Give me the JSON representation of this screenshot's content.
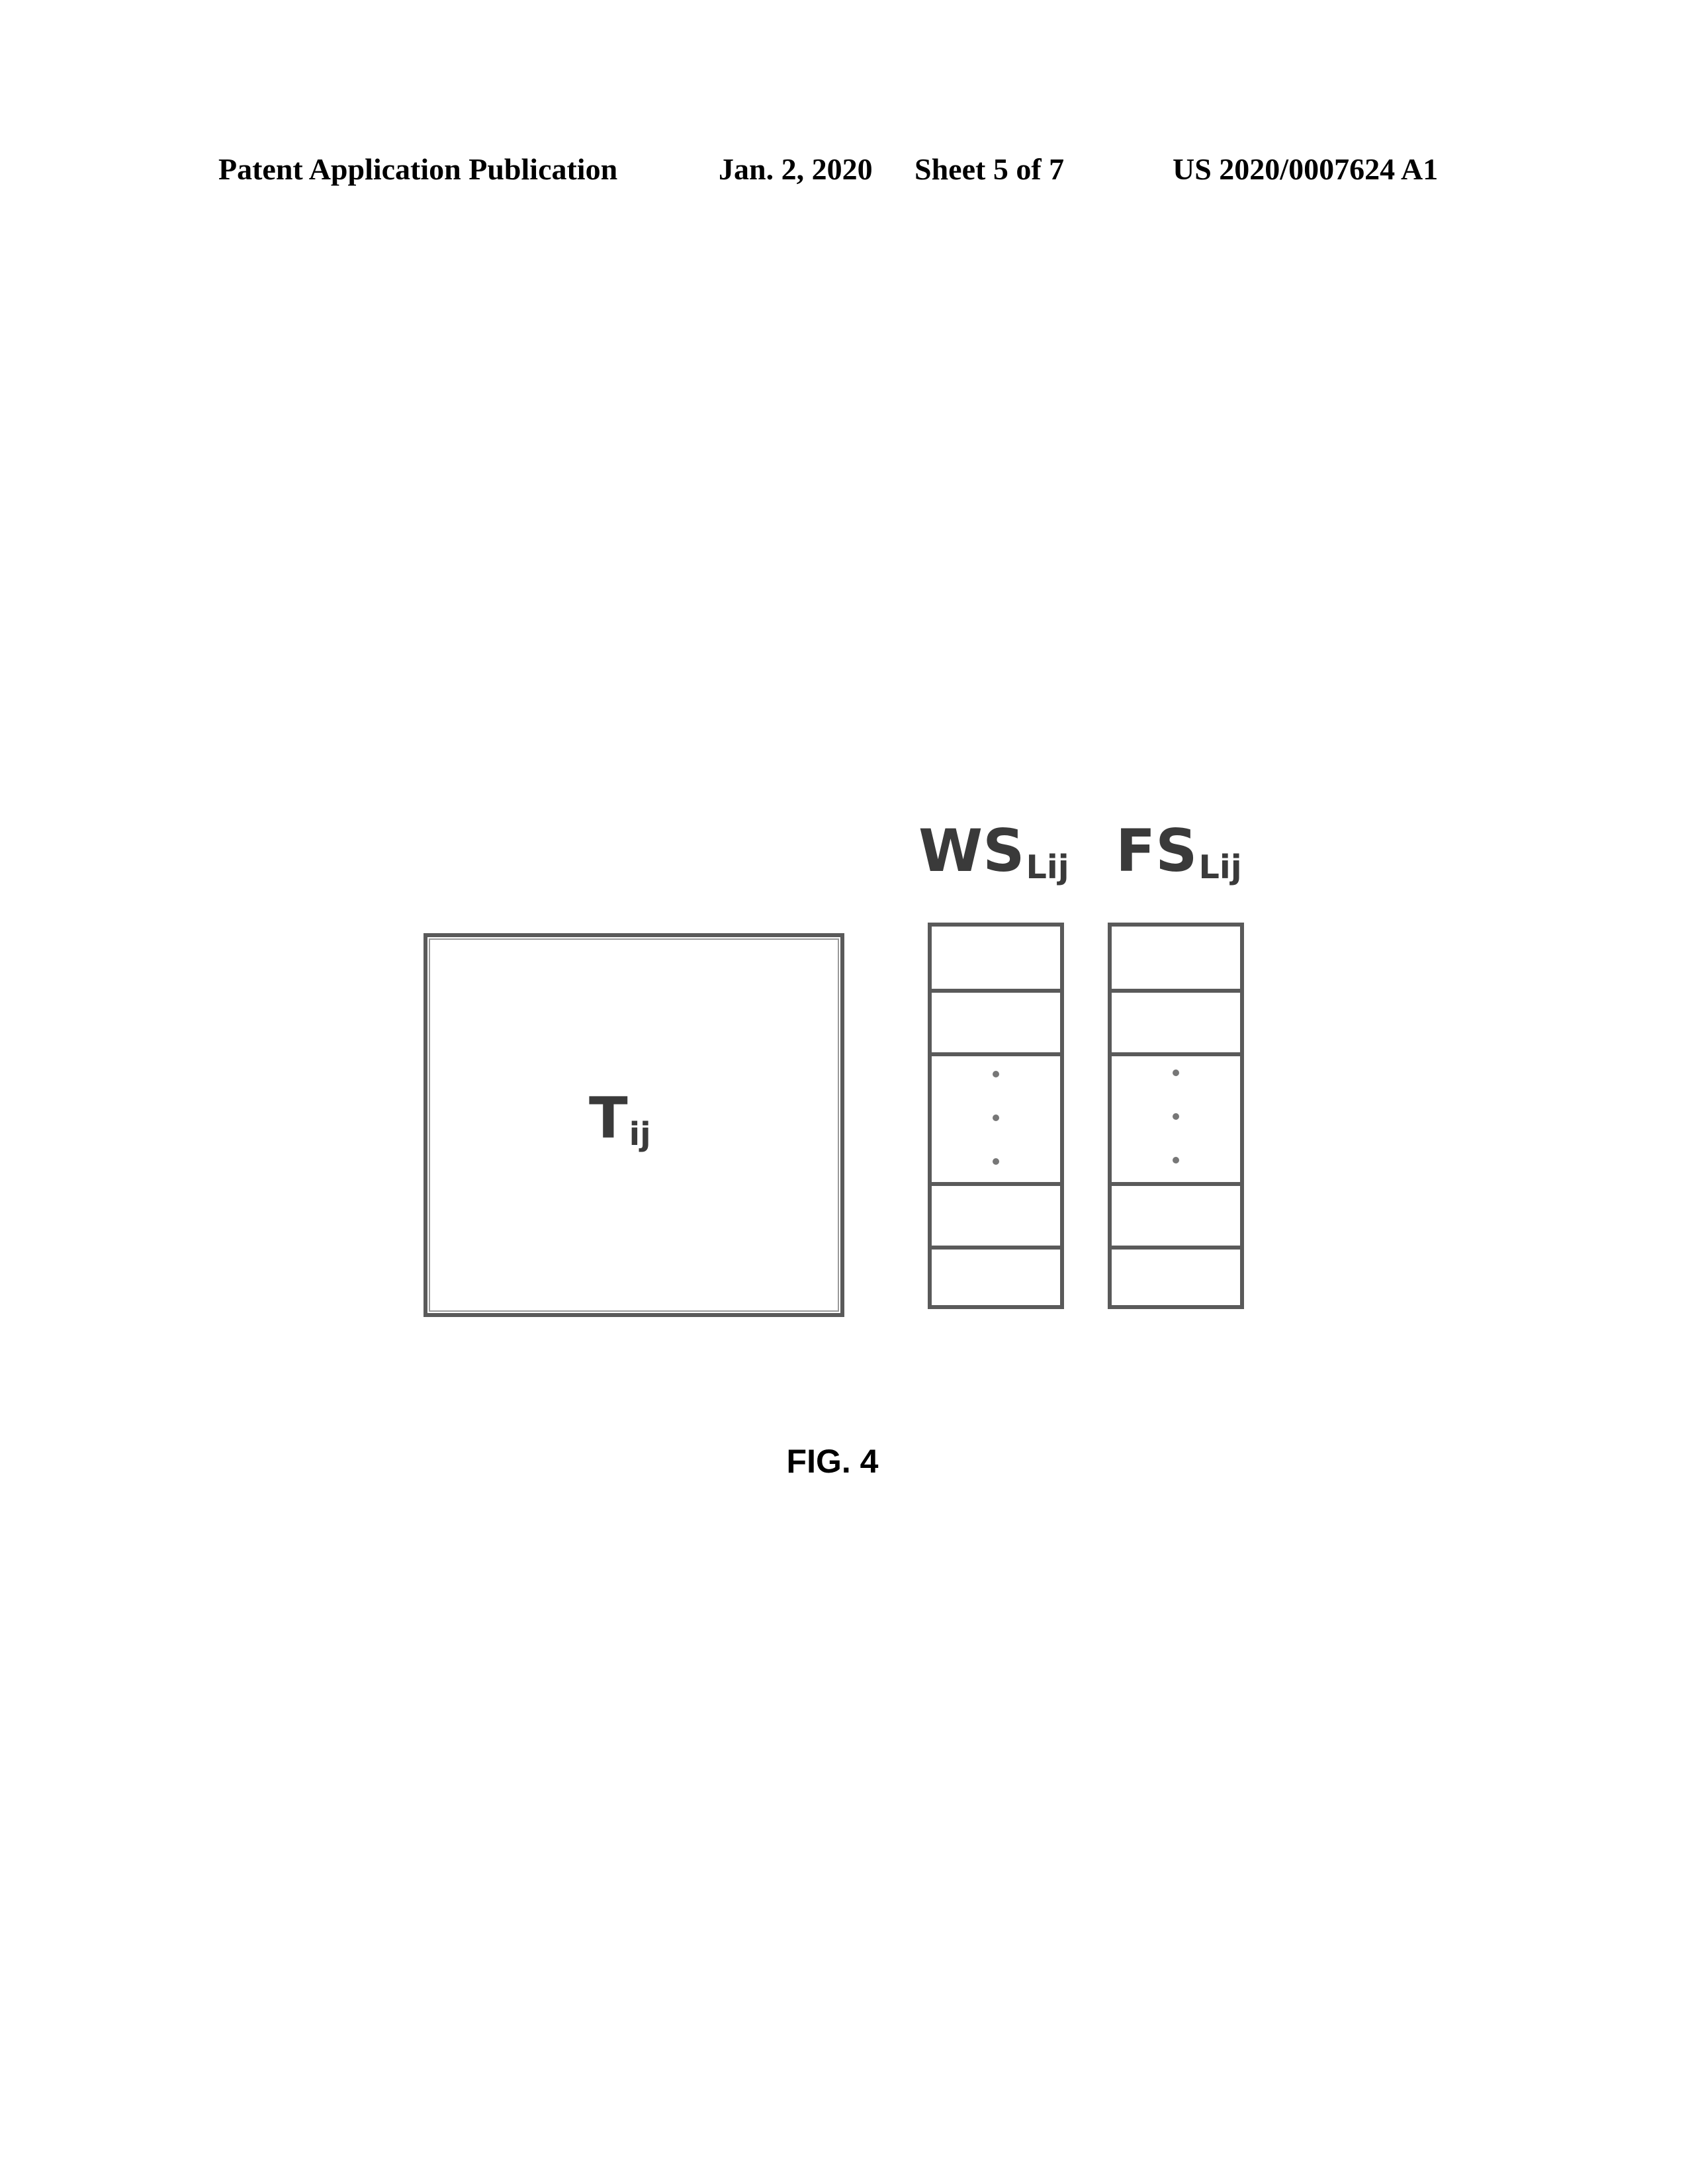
{
  "header": {
    "publication": "Patent Application Publication",
    "date": "Jan. 2, 2020",
    "sheet": "Sheet 5 of 7",
    "number": "US 2020/0007624 A1"
  },
  "figure": {
    "caption": "FIG. 4",
    "t_block": {
      "base": "T",
      "sub": "ij"
    },
    "ws_column": {
      "base": "WS",
      "sub": "Lij"
    },
    "fs_column": {
      "base": "FS",
      "sub": "Lij"
    }
  }
}
